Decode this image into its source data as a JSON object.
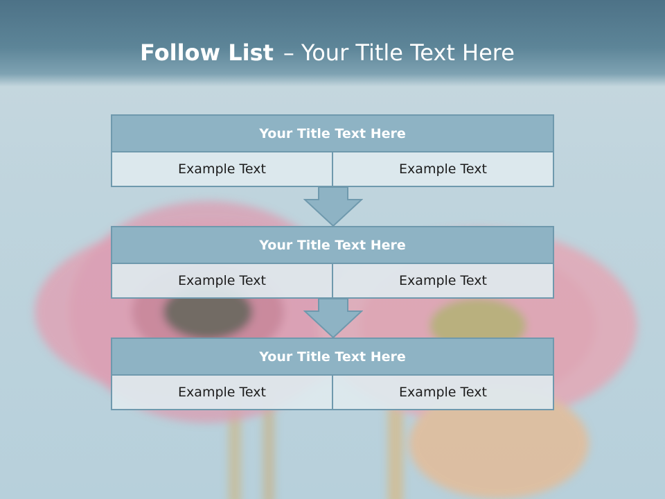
{
  "slide": {
    "title_bold": "Follow List",
    "title_sep": "–",
    "title_rest": "Your Title Text Here"
  },
  "blocks": [
    {
      "title": "Your Title Text Here",
      "cells": [
        "Example Text",
        "Example Text"
      ]
    },
    {
      "title": "Your Title Text Here",
      "cells": [
        "Example Text",
        "Example Text"
      ]
    },
    {
      "title": "Your Title Text Here",
      "cells": [
        "Example Text",
        "Example Text"
      ]
    }
  ],
  "colors": {
    "header": "#5d8598",
    "block_title": "#8eb3c4",
    "border": "#6f99ad",
    "cell": "#dee9ee",
    "flower": "#e58fa6"
  },
  "icons": [
    "down-arrow-icon"
  ]
}
